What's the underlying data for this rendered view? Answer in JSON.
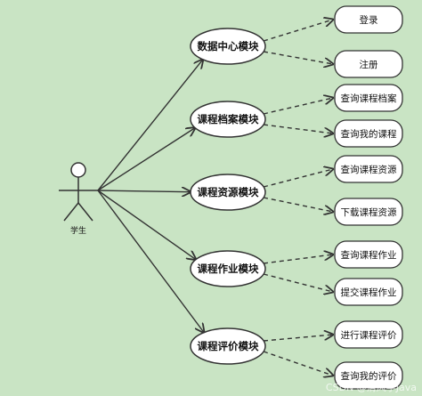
{
  "colors": {
    "background": "#c9e4c4",
    "stroke": "#333333",
    "fill": "#ffffff"
  },
  "actor": {
    "label": "学生"
  },
  "modules": [
    {
      "label": "数据中心模块",
      "items": [
        "登录",
        "注册"
      ]
    },
    {
      "label": "课程档案模块",
      "items": [
        "查询课程档案",
        "查询我的课程"
      ]
    },
    {
      "label": "课程资源模块",
      "items": [
        "查询课程资源",
        "下载课程资源"
      ]
    },
    {
      "label": "课程作业模块",
      "items": [
        "查询课程作业",
        "提交课程作业"
      ]
    },
    {
      "label": "课程评价模块",
      "items": [
        "进行课程评价",
        "查询我的评价"
      ]
    }
  ],
  "watermark": "CSDN @清风学Java"
}
